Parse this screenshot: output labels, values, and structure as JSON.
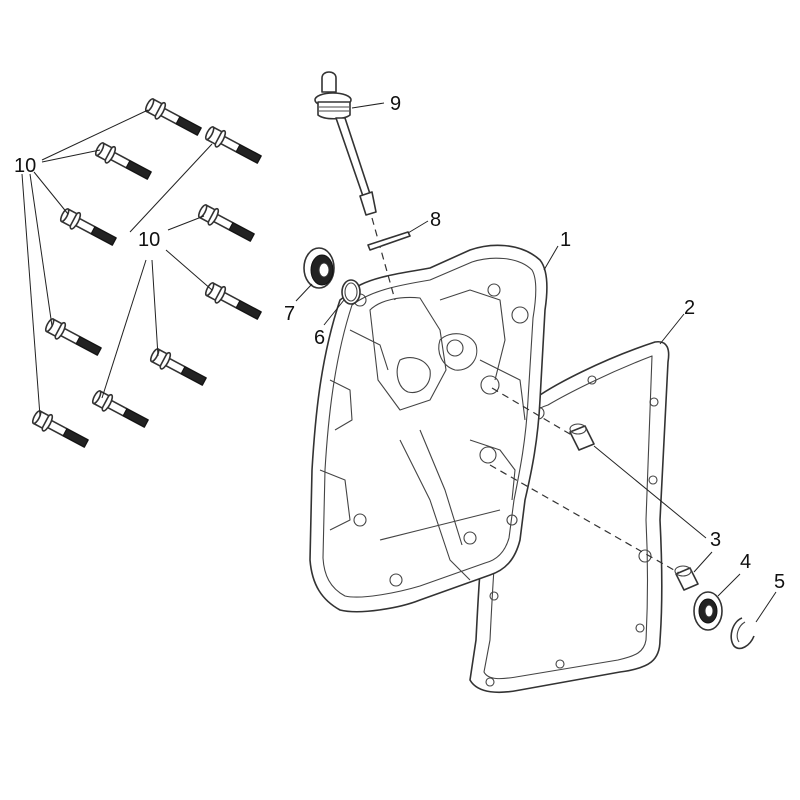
{
  "diagram": {
    "callouts": {
      "c1": "1",
      "c2": "2",
      "c3": "3",
      "c4": "4",
      "c5": "5",
      "c6": "6",
      "c7": "7",
      "c8": "8",
      "c9": "9",
      "c10a": "10",
      "c10b": "10"
    }
  }
}
